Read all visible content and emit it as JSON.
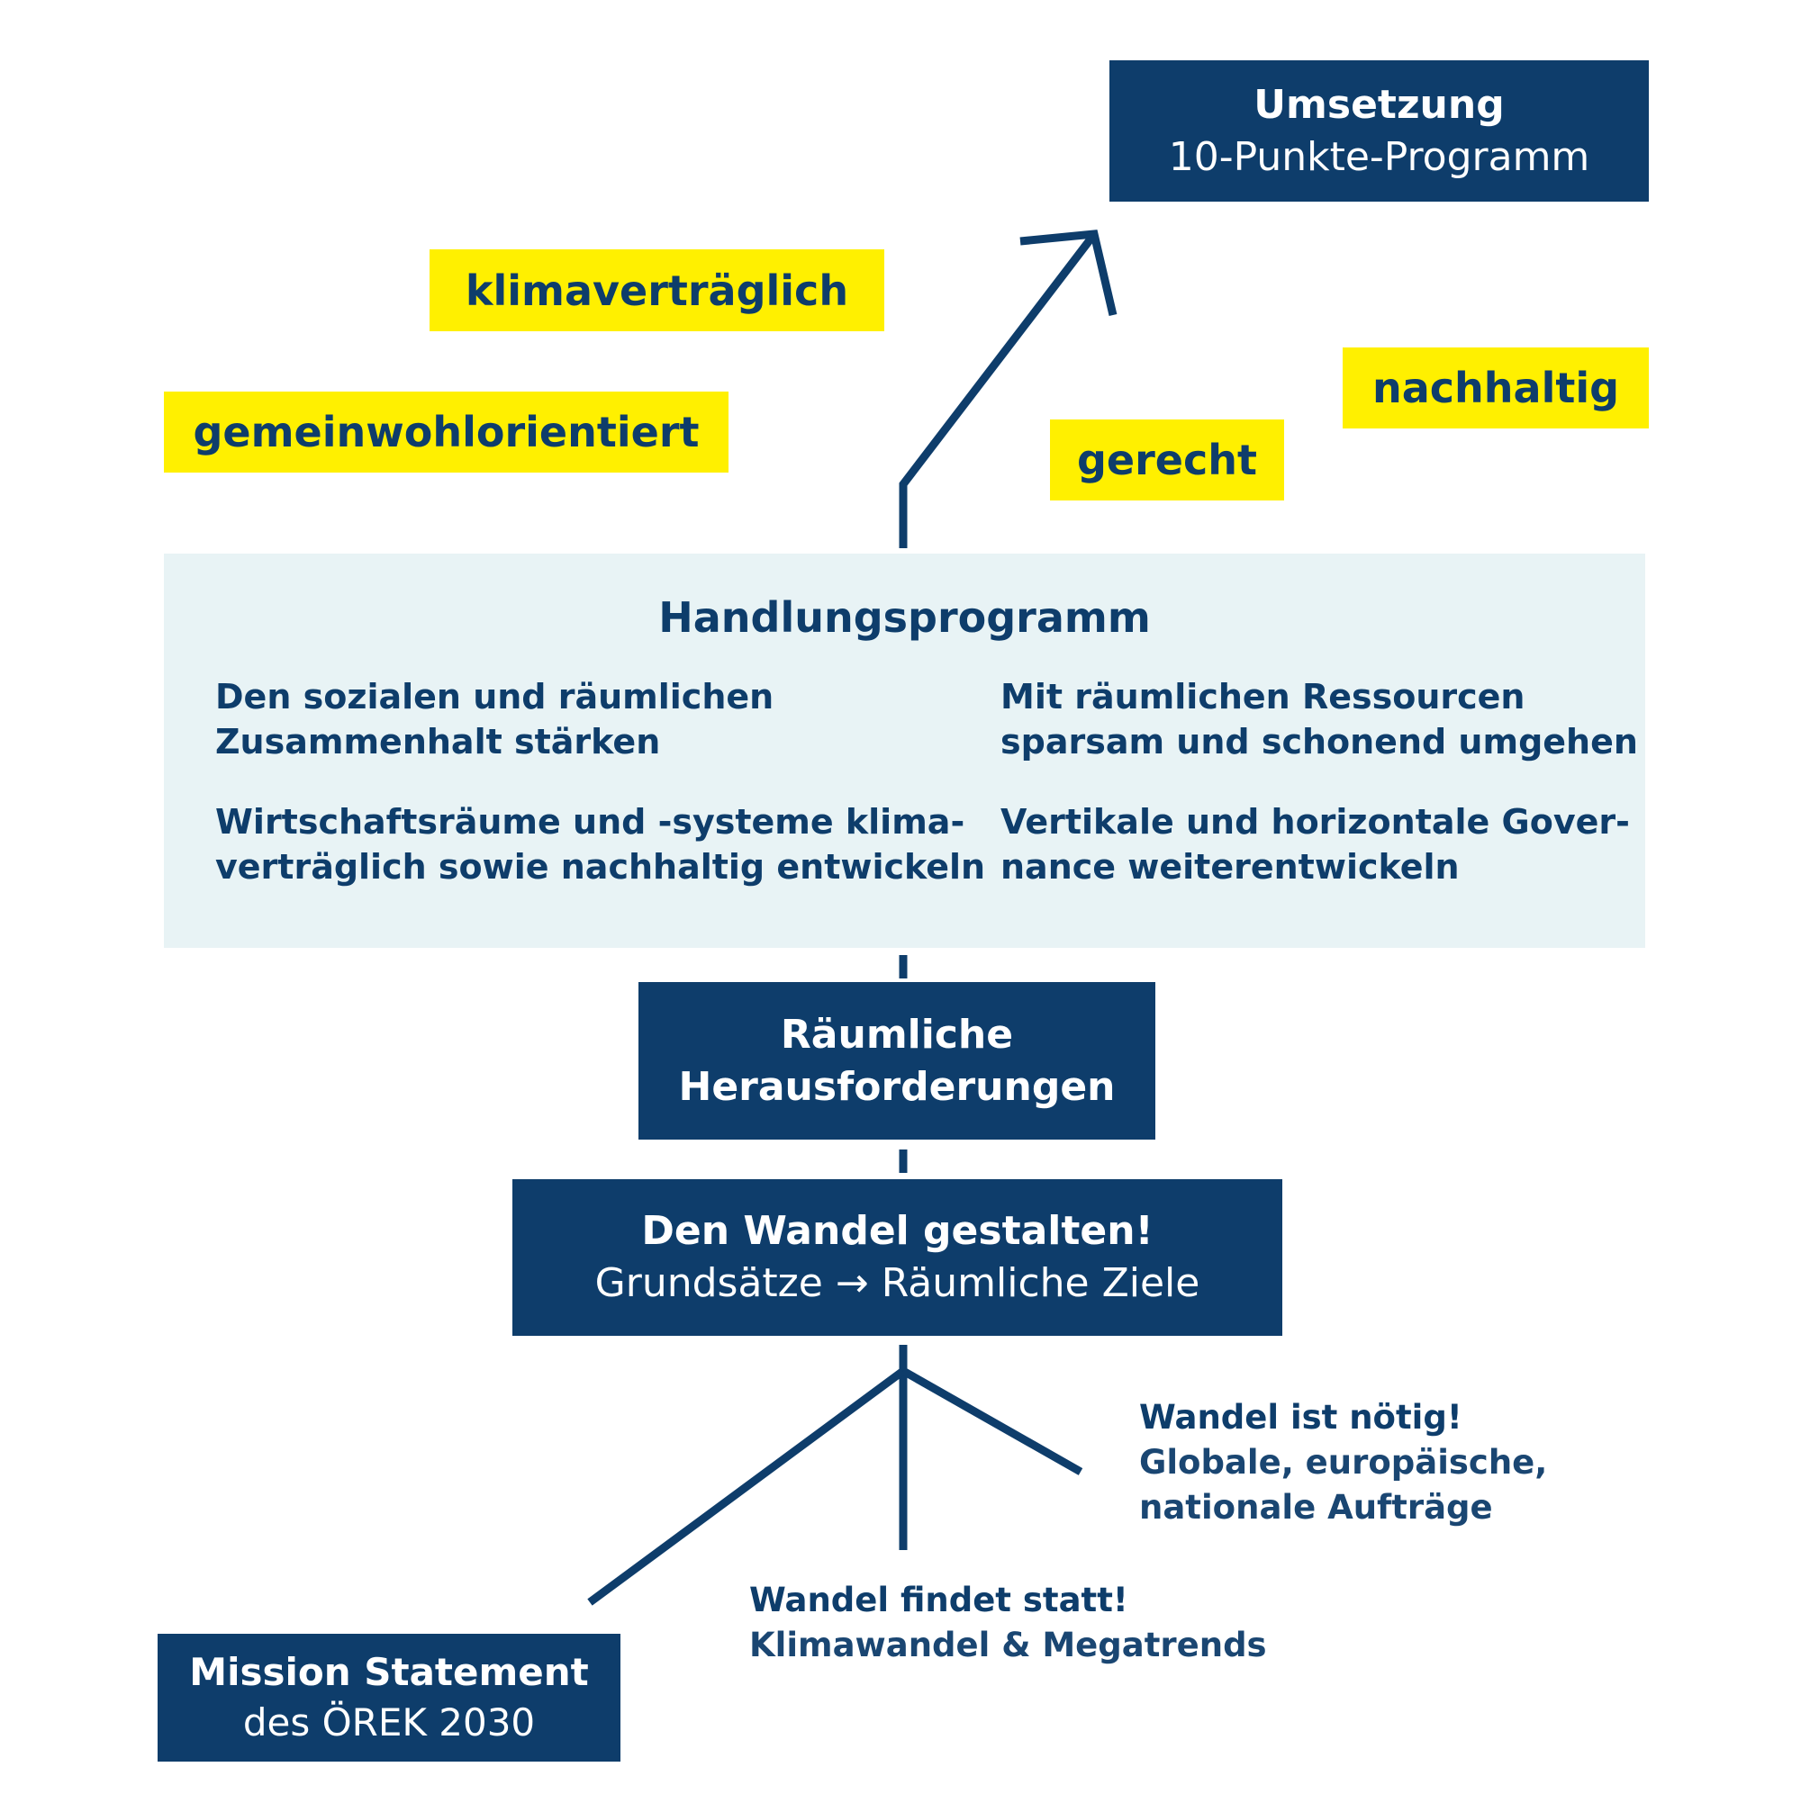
{
  "colors": {
    "navy": "#0e3d6b",
    "yellow": "#fff000",
    "panel": "#e8f3f5",
    "white": "#ffffff"
  },
  "umsetzung": {
    "line1": "Umsetzung",
    "line2": "10-Punkte-Programm"
  },
  "tags": {
    "klimavertraeglich": "klimaverträglich",
    "gemeinwohlorientiert": "gemeinwohlorientiert",
    "gerecht": "gerecht",
    "nachhaltig": "nachhaltig"
  },
  "handlungsprogramm": {
    "title": "Handlungsprogramm",
    "items": [
      {
        "line1": "Den sozialen und räumlichen",
        "line2": "Zusammenhalt stärken"
      },
      {
        "line1": "Mit räumlichen Ressourcen",
        "line2": "sparsam und schonend umgehen"
      },
      {
        "line1": "Wirtschaftsräume und -systeme klima-",
        "line2": "verträglich sowie nachhaltig entwickeln"
      },
      {
        "line1": "Vertikale und horizontale Gover-",
        "line2": "nance weiterentwickeln"
      }
    ]
  },
  "herausforderungen": {
    "line1": "Räumliche",
    "line2": "Herausforderungen"
  },
  "wandel": {
    "line1": "Den Wandel gestalten!",
    "line2": "Grundsätze → Räumliche Ziele"
  },
  "notes": {
    "noetig": {
      "line1": "Wandel ist nötig!",
      "line2": "Globale, europäische,",
      "line3": "nationale Aufträge"
    },
    "statt": {
      "line1": "Wandel findet statt!",
      "line2": "Klimawandel & Megatrends"
    }
  },
  "mission": {
    "line1": "Mission Statement",
    "line2": "des ÖREK 2030"
  }
}
